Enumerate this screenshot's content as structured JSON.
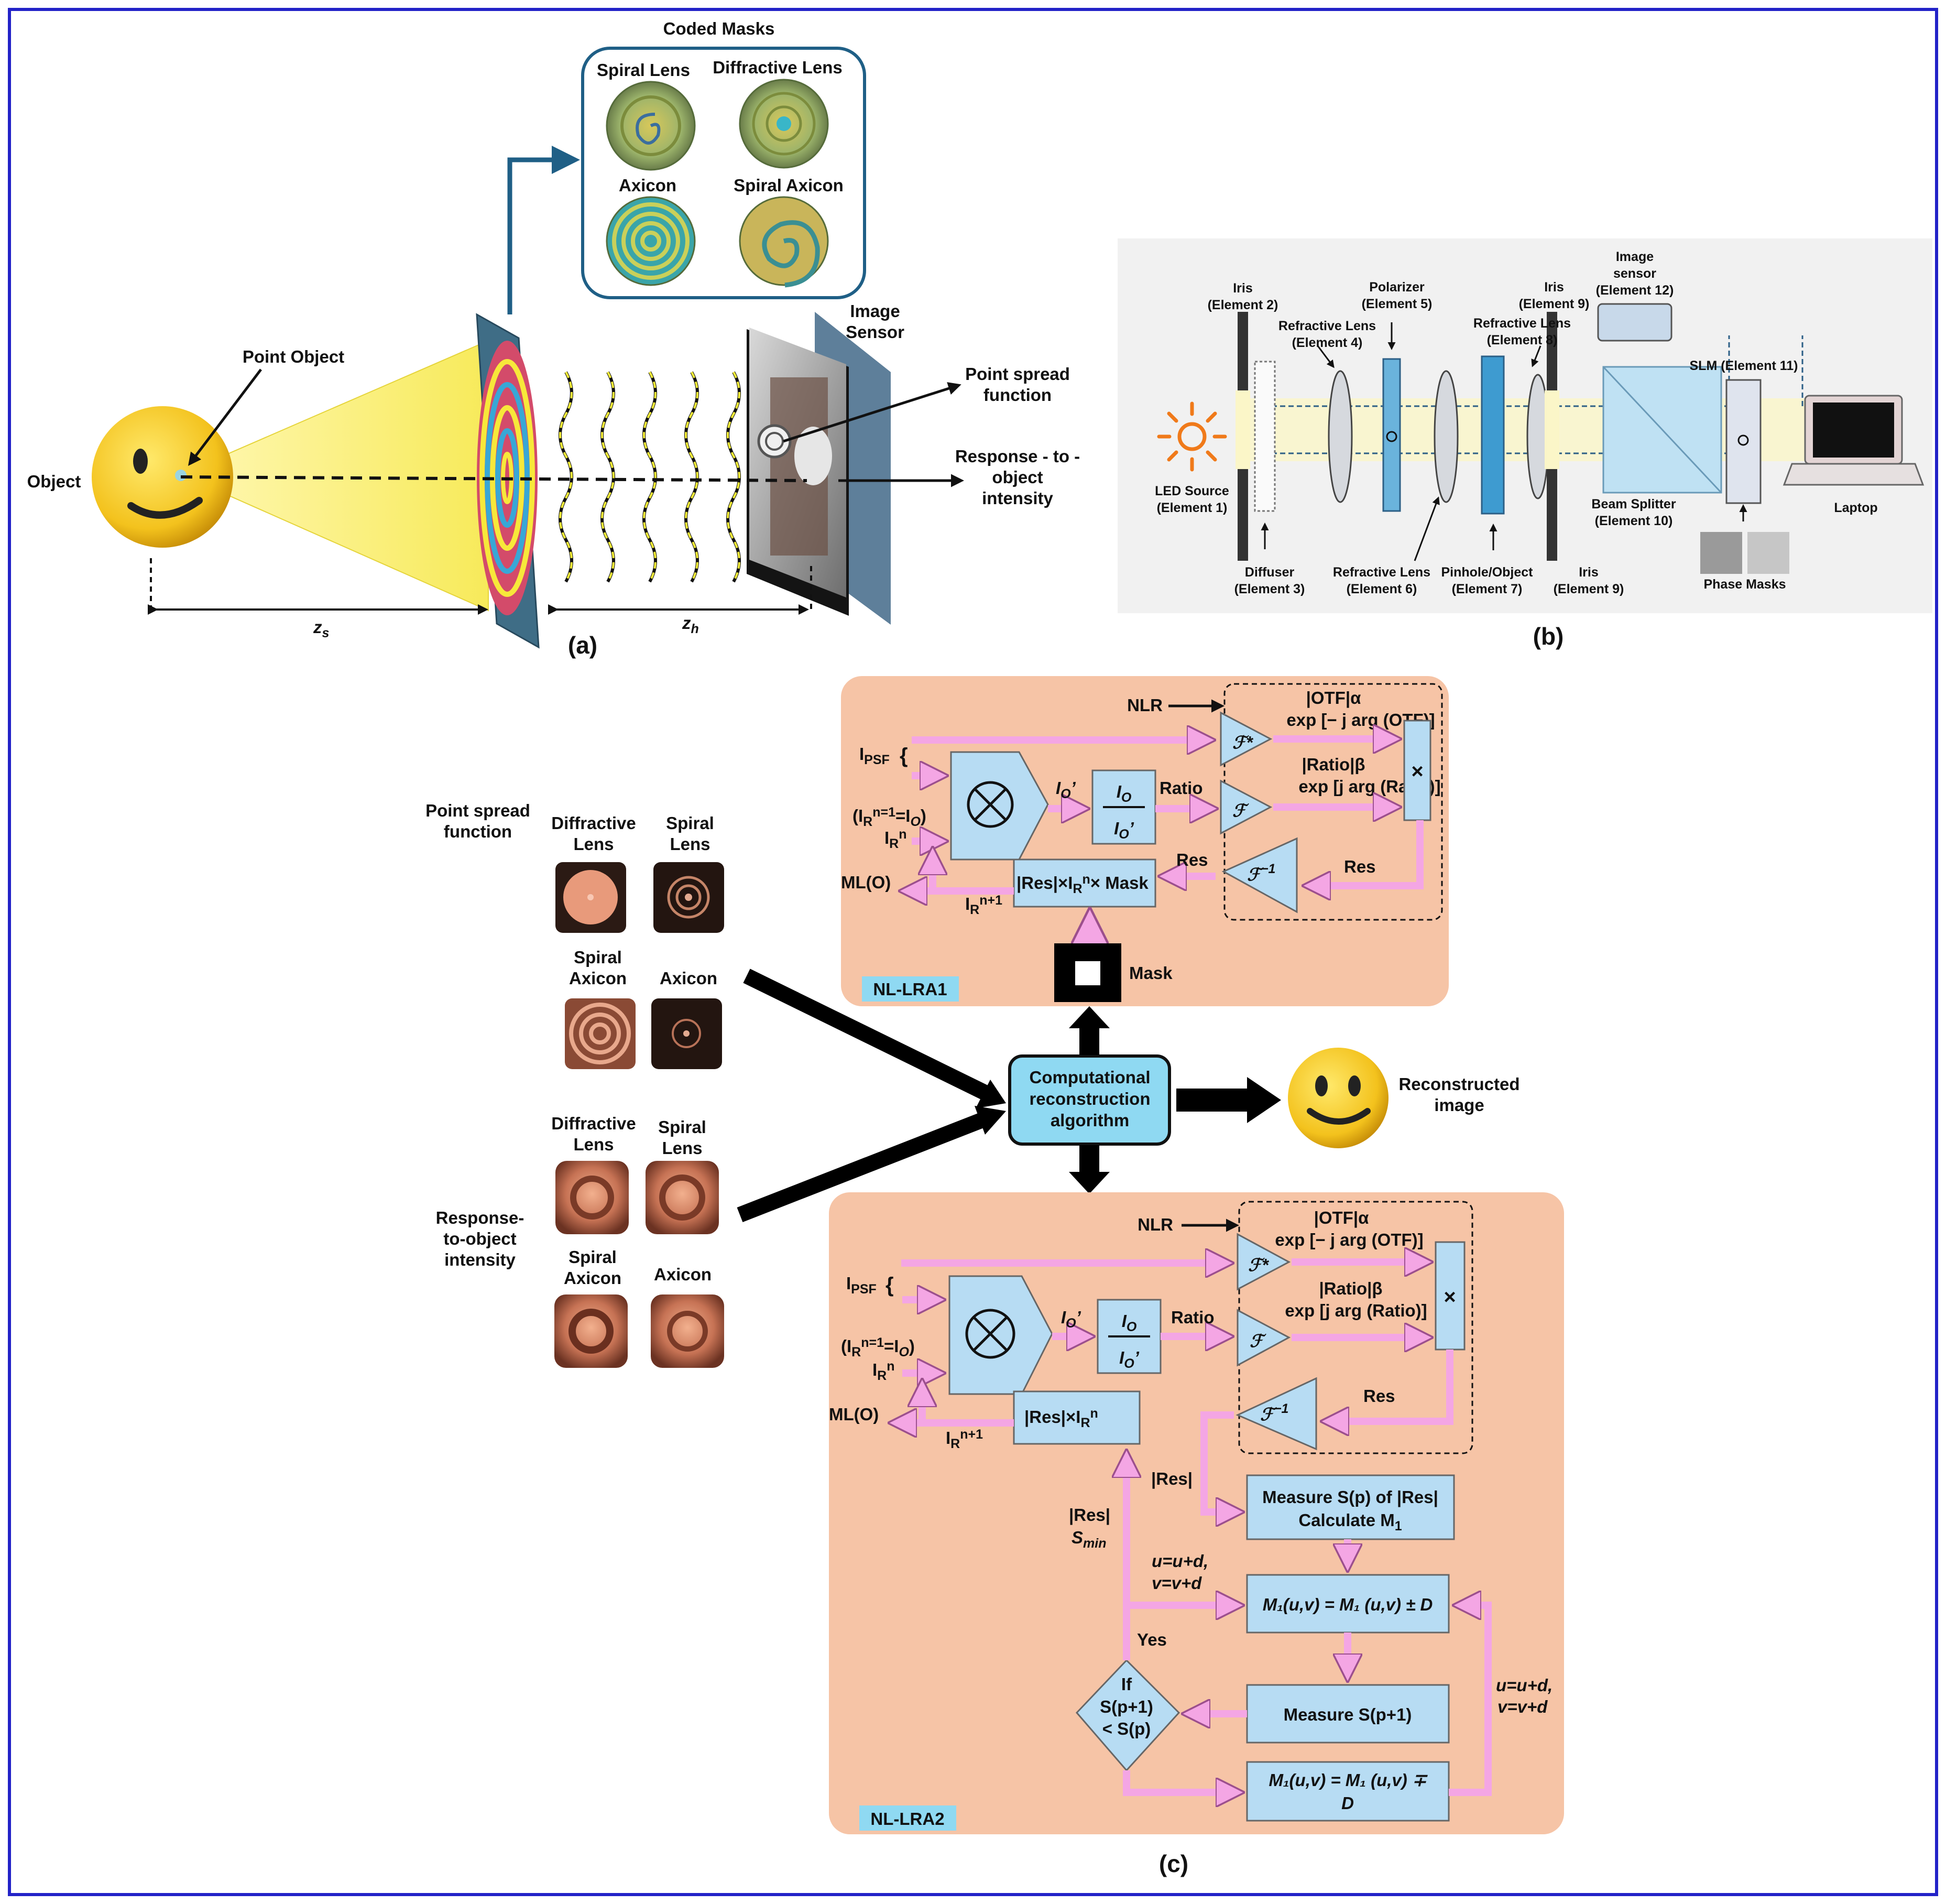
{
  "colors": {
    "frame": "#2323c8",
    "teal": "#1f5f86",
    "beam": "#fff39a",
    "panel": "#f6c4a6",
    "block": "#b7dcf3",
    "arrow_pink": "#f4a6e4",
    "algo": "#8fd9f2",
    "lab_bg": "#f1f1f1"
  },
  "panel_a": {
    "coded_masks_title": "Coded Masks",
    "masks": [
      "Spiral Lens",
      "Diffractive Lens",
      "Axicon",
      "Spiral Axicon"
    ],
    "object": "Object",
    "point_object": "Point Object",
    "image_sensor_1": "Image",
    "image_sensor_2": "Sensor",
    "psf_1": "Point spread",
    "psf_2": "function",
    "rto_1": "Response - to -",
    "rto_2": "object",
    "rto_3": "intensity",
    "zs_base": "z",
    "zs_sub": "s",
    "zh_base": "z",
    "zh_sub": "h",
    "label": "(a)"
  },
  "panel_b": {
    "iris2_1": "Iris",
    "iris2_2": "(Element 2)",
    "lens4_1": "Refractive Lens",
    "lens4_2": "(Element 4)",
    "pol_1": "Polarizer",
    "pol_2": "(Element 5)",
    "lens8_1": "Refractive Lens",
    "lens8_2": "(Element 8)",
    "iris9t_1": "Iris",
    "iris9t_2": "(Element 9)",
    "sensor_1": "Image",
    "sensor_2": "sensor",
    "sensor_3": "(Element 12)",
    "slm": "SLM (Element 11)",
    "led_1": "LED Source",
    "led_2": "(Element 1)",
    "diff_1": "Diffuser",
    "diff_2": "(Element 3)",
    "lens6_1": "Refractive Lens",
    "lens6_2": "(Element 6)",
    "pin_1": "Pinhole/Object",
    "pin_2": "(Element 7)",
    "iris9b_1": "Iris",
    "iris9b_2": "(Element 9)",
    "bs_1": "Beam Splitter",
    "bs_2": "(Element 10)",
    "laptop": "Laptop",
    "phase": "Phase Masks",
    "label": "(b)"
  },
  "panel_c": {
    "psf_title_1": "Point spread",
    "psf_title_2": "function",
    "rto_title_1": "Response-",
    "rto_title_2": "to-object",
    "rto_title_3": "intensity",
    "t_diff_1": "Diffractive",
    "t_diff_2": "Lens",
    "t_spl_1": "Spiral",
    "t_spl_2": "Lens",
    "t_sax_1": "Spiral",
    "t_sax_2": "Axicon",
    "t_ax": "Axicon",
    "algo_1": "Computational",
    "algo_2": "reconstruction",
    "algo_3": "algorithm",
    "recon_1": "Reconstructed",
    "recon_2": "image",
    "mask": "Mask",
    "nlr": "NLR",
    "otf_pow": "|OTF|α",
    "otf_exp": "exp [− j arg (OTF)]",
    "ratio_pow": "|Ratio|β",
    "ratio_exp": "exp [j arg (Ratio)]",
    "ipsf": "I",
    "ipsf_sub": "PSF",
    "ir_init": "(I",
    "ir_init_sup": "n=1",
    "ir_init_rest": "=I",
    "ir_init_sub": "O",
    "ir_init_close": ")",
    "irn": "I",
    "irn_sub": "R",
    "irn_sup": "n",
    "io_prime": "I",
    "io_prime_sub": "O",
    "io_prime_mark": "’",
    "ratio": "Ratio",
    "res": "Res",
    "res_tilde": "Res",
    "mlo": "ML(O)",
    "irn1": "I",
    "irn1_sub": "R",
    "irn1_sup": "n+1",
    "box1_update": "|Res|×I",
    "box1_update_sub": "R",
    "box1_update_sup": "n",
    "box1_mask": "× Mask",
    "box2_update": "|Res|×I",
    "ft_star": "ℱ*",
    "ft": "ℱ",
    "ft_inv": "ℱ",
    "ft_inv_sup": "−1",
    "times": "×",
    "frac_num": "I",
    "frac_num_sub": "O",
    "frac_den": "I",
    "frac_den_sub": "O",
    "frac_den_mark": "’",
    "abs_res": "|Res|",
    "measure_sp_1": "Measure S(p) of |Res|",
    "measure_sp_2": "Calculate M",
    "measure_sp_2_sub": "1",
    "smin": "S",
    "smin_sub": "min",
    "uv1": "u=u+d,",
    "uv2": "v=v+d",
    "m1_plus": "M₁(u,v) = M₁ (u,v) ± D",
    "yes": "Yes",
    "measure_sp1": "Measure S(p+1)",
    "if_1": "If",
    "if_2": "S(p+1)",
    "if_3": "< S(p)",
    "m1_minus_1": "M₁(u,v) = M₁ (u,v) ∓",
    "m1_minus_2": "D",
    "nl1": "NL-LRA1",
    "nl2": "NL-LRA2",
    "label": "(c)"
  }
}
